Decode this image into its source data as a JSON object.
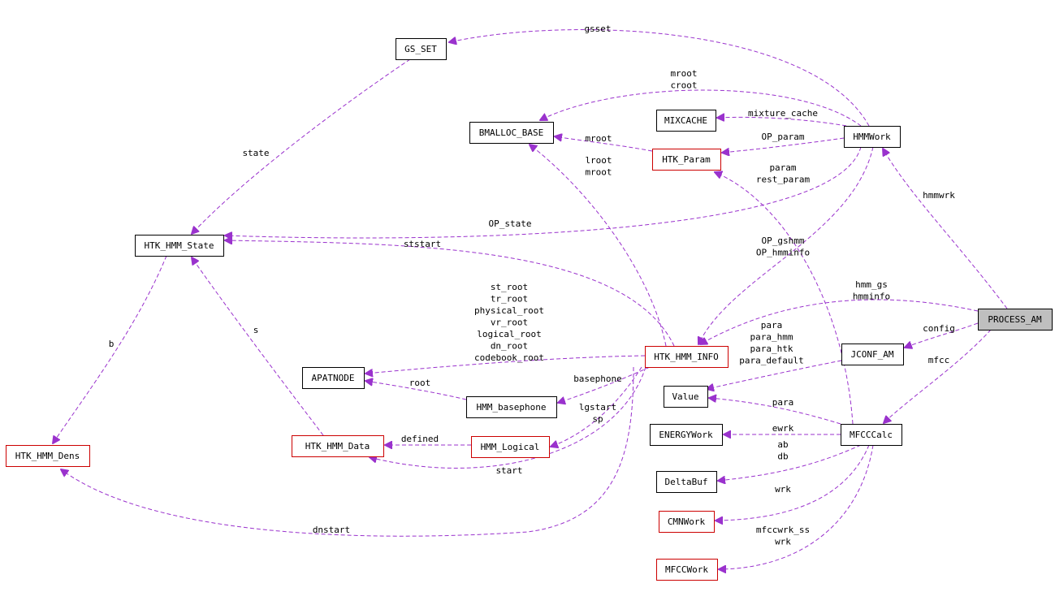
{
  "colors": {
    "edge": "#9a32cd",
    "box_default": "#000000",
    "box_incomplete": "#cc0000",
    "box_focus_fill": "#bfbfbf",
    "background": "#ffffff"
  },
  "nodes": [
    {
      "id": "gs_set",
      "label": "GS_SET",
      "style": "default"
    },
    {
      "id": "bmalloc",
      "label": "BMALLOC_BASE",
      "style": "default"
    },
    {
      "id": "mixcache",
      "label": "MIXCACHE",
      "style": "default"
    },
    {
      "id": "hmmwork",
      "label": "HMMWork",
      "style": "default"
    },
    {
      "id": "htk_param",
      "label": "HTK_Param",
      "style": "incomplete"
    },
    {
      "id": "htk_hmm_state",
      "label": "HTK_HMM_State",
      "style": "default"
    },
    {
      "id": "process_am",
      "label": "PROCESS_AM",
      "style": "focus"
    },
    {
      "id": "apatnode",
      "label": "APATNODE",
      "style": "default"
    },
    {
      "id": "htk_hmm_info",
      "label": "HTK_HMM_INFO",
      "style": "incomplete"
    },
    {
      "id": "jconf_am",
      "label": "JCONF_AM",
      "style": "default"
    },
    {
      "id": "value",
      "label": "Value",
      "style": "default"
    },
    {
      "id": "hmm_basephone",
      "label": "HMM_basephone",
      "style": "default"
    },
    {
      "id": "energywork",
      "label": "ENERGYWork",
      "style": "default"
    },
    {
      "id": "mfcccalc",
      "label": "MFCCCalc",
      "style": "default"
    },
    {
      "id": "htk_hmm_dens",
      "label": "HTK_HMM_Dens",
      "style": "incomplete"
    },
    {
      "id": "htk_hmm_data",
      "label": "HTK_HMM_Data",
      "style": "incomplete"
    },
    {
      "id": "hmm_logical",
      "label": "HMM_Logical",
      "style": "incomplete"
    },
    {
      "id": "deltabuf",
      "label": "DeltaBuf",
      "style": "default"
    },
    {
      "id": "cmnwork",
      "label": "CMNWork",
      "style": "incomplete"
    },
    {
      "id": "mfccwork",
      "label": "MFCCWork",
      "style": "incomplete"
    }
  ],
  "edges": [
    {
      "id": "e_gsset",
      "from": "hmmwork",
      "to": "gs_set",
      "labels": [
        "gsset"
      ]
    },
    {
      "id": "e_mroot_croot",
      "from": "hmmwork",
      "to": "bmalloc",
      "labels": [
        "mroot",
        "croot"
      ]
    },
    {
      "id": "e_mixture_cache",
      "from": "hmmwork",
      "to": "mixcache",
      "labels": [
        "mixture_cache"
      ]
    },
    {
      "id": "e_op_param",
      "from": "hmmwork",
      "to": "htk_param",
      "labels": [
        "OP_param"
      ]
    },
    {
      "id": "e_mroot",
      "from": "htk_param",
      "to": "bmalloc",
      "labels": [
        "mroot"
      ]
    },
    {
      "id": "e_lroot_mroot",
      "from": "htk_hmm_info",
      "to": "bmalloc",
      "labels": [
        "lroot",
        "mroot"
      ]
    },
    {
      "id": "e_param",
      "from": "mfcccalc",
      "to": "htk_param",
      "labels": [
        "param",
        "rest_param"
      ]
    },
    {
      "id": "e_state",
      "from": "gs_set",
      "to": "htk_hmm_state",
      "labels": [
        "state"
      ]
    },
    {
      "id": "e_op_state",
      "from": "hmmwork",
      "to": "htk_hmm_state",
      "labels": [
        "OP_state"
      ]
    },
    {
      "id": "e_ststart",
      "from": "htk_hmm_info",
      "to": "htk_hmm_state",
      "labels": [
        "ststart"
      ]
    },
    {
      "id": "e_hmmwrk",
      "from": "process_am",
      "to": "hmmwork",
      "labels": [
        "hmmwrk"
      ]
    },
    {
      "id": "e_op_gshmm",
      "from": "hmmwork",
      "to": "htk_hmm_info",
      "labels": [
        "OP_gshmm",
        "OP_hmminfo"
      ]
    },
    {
      "id": "e_hmm_gs",
      "from": "process_am",
      "to": "htk_hmm_info",
      "labels": [
        "hmm_gs",
        "hmminfo"
      ]
    },
    {
      "id": "e_config",
      "from": "process_am",
      "to": "jconf_am",
      "labels": [
        "config"
      ]
    },
    {
      "id": "e_mfcc",
      "from": "process_am",
      "to": "mfcccalc",
      "labels": [
        "mfcc"
      ]
    },
    {
      "id": "e_roots",
      "from": "htk_hmm_info",
      "to": "apatnode",
      "labels": [
        "st_root",
        "tr_root",
        "physical_root",
        "vr_root",
        "logical_root",
        "dn_root",
        "codebook_root"
      ]
    },
    {
      "id": "e_root",
      "from": "hmm_basephone",
      "to": "apatnode",
      "labels": [
        "root"
      ]
    },
    {
      "id": "e_basephone",
      "from": "htk_hmm_info",
      "to": "hmm_basephone",
      "labels": [
        "basephone"
      ]
    },
    {
      "id": "e_para_default",
      "from": "jconf_am",
      "to": "value",
      "labels": [
        "para",
        "para_hmm",
        "para_htk",
        "para_default"
      ]
    },
    {
      "id": "e_para",
      "from": "mfcccalc",
      "to": "value",
      "labels": [
        "para"
      ]
    },
    {
      "id": "e_ewrk",
      "from": "mfcccalc",
      "to": "energywork",
      "labels": [
        "ewrk"
      ]
    },
    {
      "id": "e_s",
      "from": "htk_hmm_data",
      "to": "htk_hmm_state",
      "labels": [
        "s"
      ]
    },
    {
      "id": "e_b",
      "from": "htk_hmm_state",
      "to": "htk_hmm_dens",
      "labels": [
        "b"
      ]
    },
    {
      "id": "e_lgstart",
      "from": "htk_hmm_info",
      "to": "hmm_logical",
      "labels": [
        "lgstart",
        "sp"
      ]
    },
    {
      "id": "e_defined",
      "from": "hmm_logical",
      "to": "htk_hmm_data",
      "labels": [
        "defined"
      ]
    },
    {
      "id": "e_start",
      "from": "htk_hmm_info",
      "to": "htk_hmm_data",
      "labels": [
        "start"
      ]
    },
    {
      "id": "e_ab_db",
      "from": "mfcccalc",
      "to": "deltabuf",
      "labels": [
        "ab",
        "db"
      ]
    },
    {
      "id": "e_wrk",
      "from": "mfcccalc",
      "to": "cmnwork",
      "labels": [
        "wrk"
      ]
    },
    {
      "id": "e_dnstart",
      "from": "htk_hmm_info",
      "to": "htk_hmm_dens",
      "labels": [
        "dnstart"
      ]
    },
    {
      "id": "e_mfccwrk",
      "from": "mfcccalc",
      "to": "mfccwork",
      "labels": [
        "mfccwrk_ss",
        "wrk"
      ]
    }
  ]
}
